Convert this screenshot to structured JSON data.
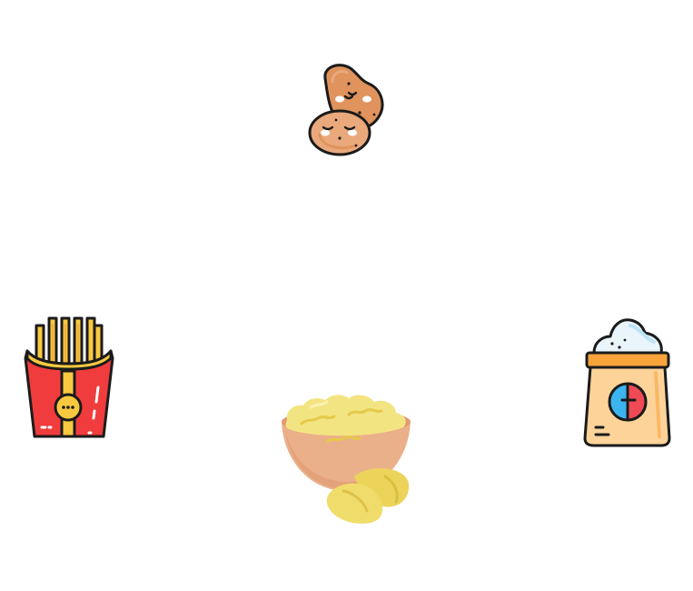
{
  "icons": [
    {
      "id": "potatoes",
      "name": "potatoes-icon"
    },
    {
      "id": "fries",
      "name": "french-fries-icon"
    },
    {
      "id": "flour",
      "name": "flour-sack-icon"
    },
    {
      "id": "mash",
      "name": "mashed-potato-bowl-icon"
    }
  ],
  "colors": {
    "outline": "#1b1b1b",
    "potato_skin": "#e0935c",
    "potato_light": "#eaa97c",
    "fries_box": "#f03c3c",
    "fries_yellow": "#f8c940",
    "flour_sack": "#fdd39a",
    "flour_band": "#f9a43a",
    "flour_white": "#e9f4fb",
    "label_blue": "#3cb4f0",
    "label_red": "#f04a55",
    "bowl": "#eab08a",
    "mash": "#f3e482",
    "chip": "#ecd45a"
  }
}
